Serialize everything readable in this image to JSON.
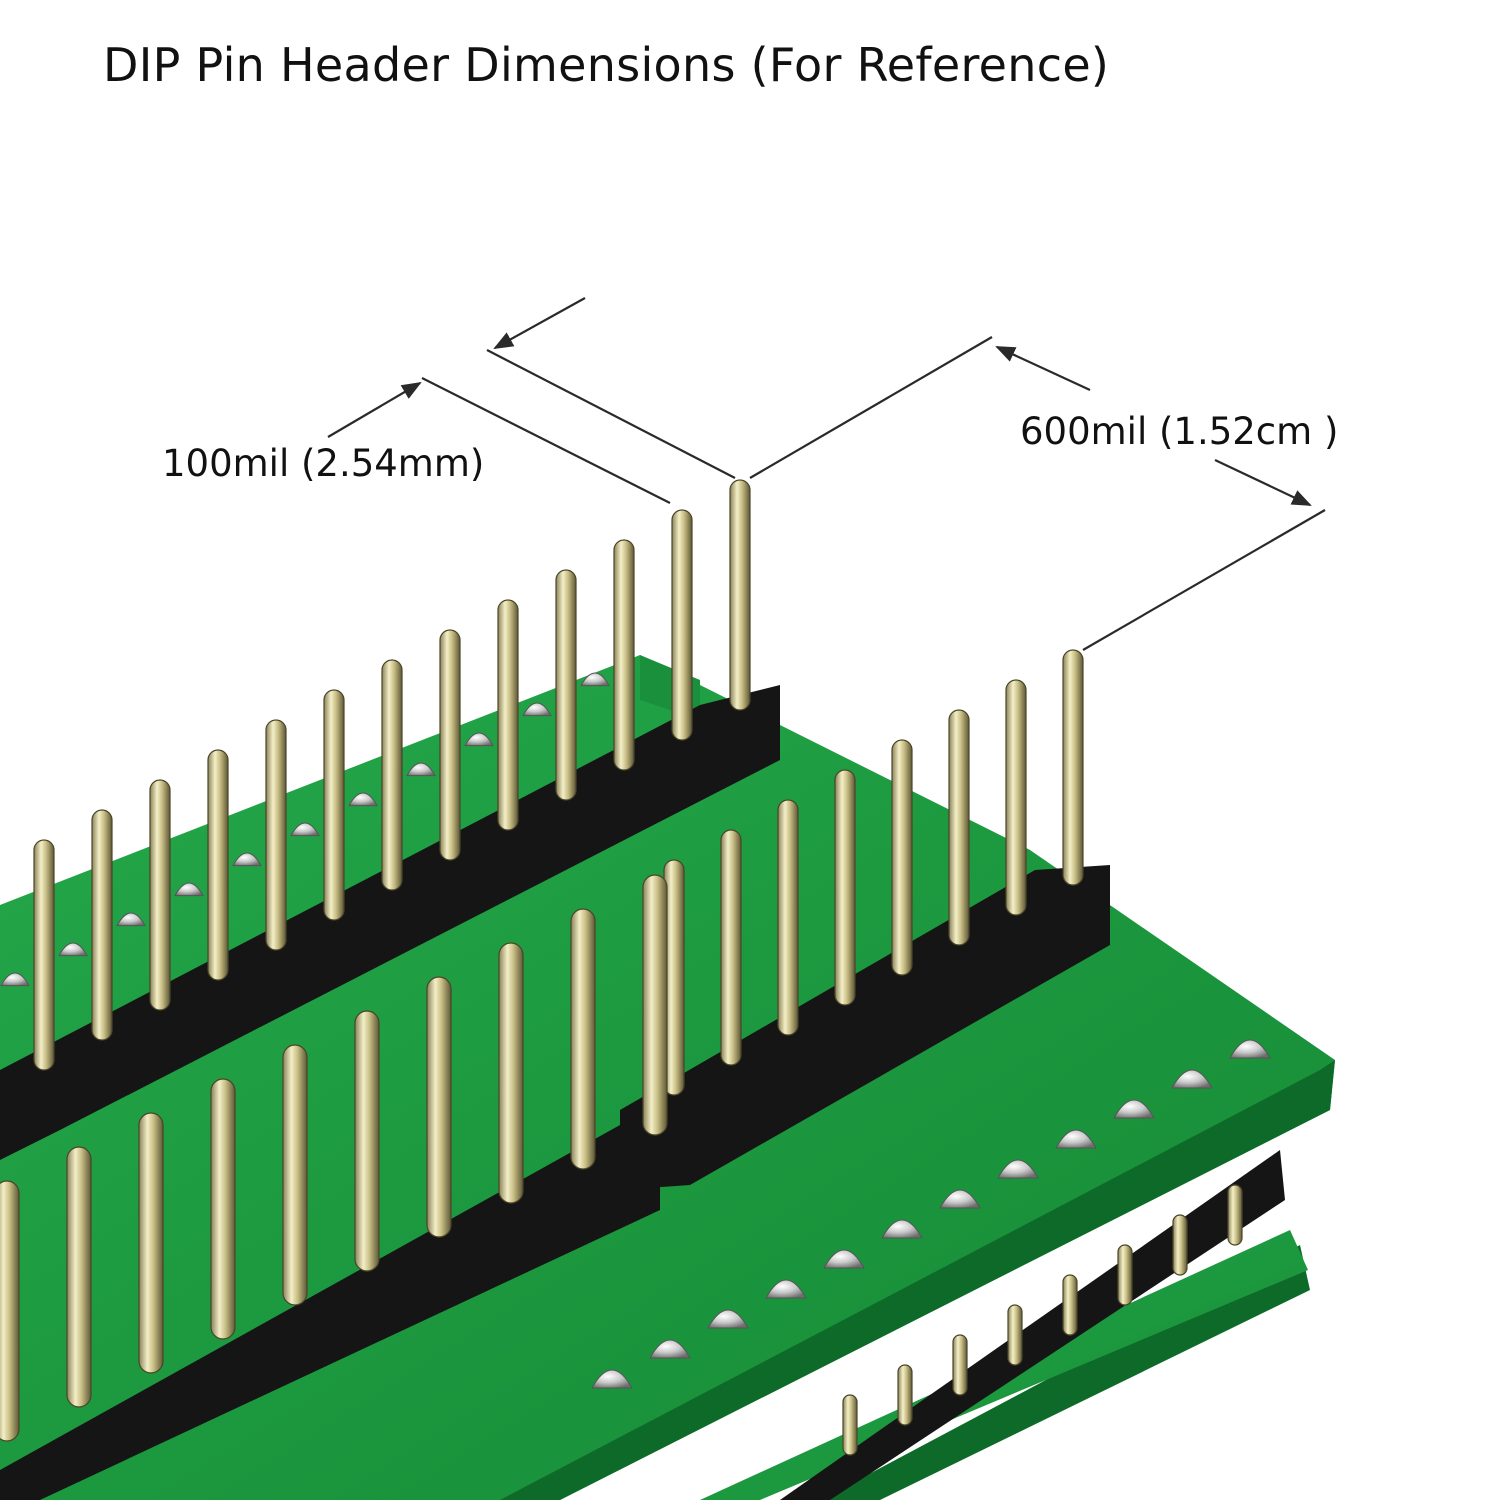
{
  "title": "DIP Pin Header Dimensions (For Reference)",
  "dimensions": {
    "pitch_label": "100mil (2.54mm)",
    "row_spacing_label": "600mil  (1.52cm )"
  },
  "colors": {
    "pcb_green": "#1c9a40",
    "pcb_edge": "#0e6a28",
    "header_black": "#151515",
    "pin_gold": "#d8cf9a",
    "dimension_line": "#2a2a2a"
  }
}
